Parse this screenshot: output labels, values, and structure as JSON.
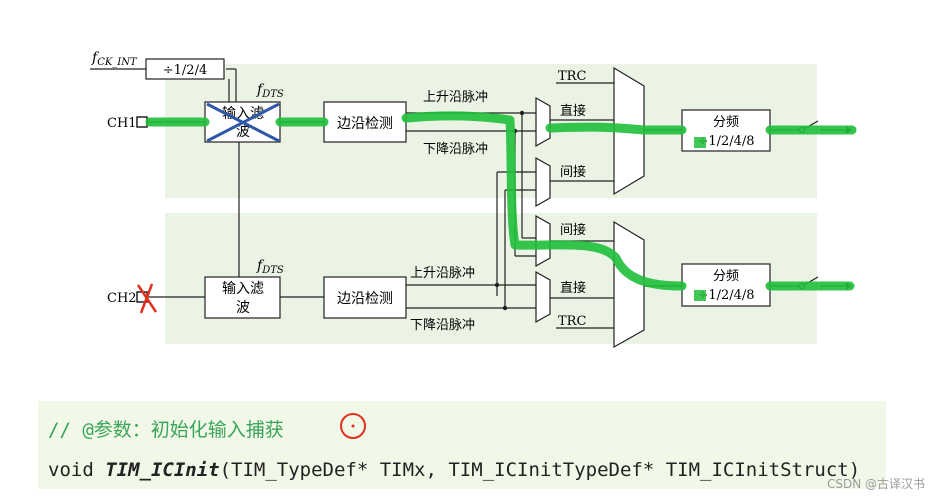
{
  "diagram": {
    "clock_label": "f",
    "clock_sub": "CK_INT",
    "prescaler": "÷1/2/4",
    "fdts_label": "f",
    "fdts_sub": "DTS",
    "ch1": "CH1",
    "ch2": "CH2",
    "filter_top_1": "输入滤",
    "filter_bot_1": "波",
    "filter_top_2": "输入滤",
    "filter_bot_2": "波",
    "edge_1": "边沿检测",
    "edge_2": "边沿检测",
    "rising_1": "上升沿脉冲",
    "falling_1": "下降沿脉冲",
    "rising_2": "上升沿脉冲",
    "falling_2": "下降沿脉冲",
    "trc_1": "TRC",
    "trc_2": "TRC",
    "direct_1": "直接",
    "indirect_1": "间接",
    "indirect_2": "间接",
    "direct_2": "直接",
    "div_top_1": "分频",
    "div_bot_1": "÷1/2/4/8",
    "div_top_2": "分频",
    "div_bot_2": "÷1/2/4/8",
    "colors": {
      "highlight": "#1fbf3a",
      "annotation": "#e0301e",
      "cross": "#2f58a8",
      "panel": "#eaf3e4"
    }
  },
  "code": {
    "comment": "// @参数：初始化输入捕获",
    "prefix": "void ",
    "function": "TIM_ICInit",
    "params": "(TIM_TypeDef* TIMx, TIM_ICInitTypeDef* TIM_ICInitStruct)"
  },
  "watermark": "CSDN @古译汉书"
}
